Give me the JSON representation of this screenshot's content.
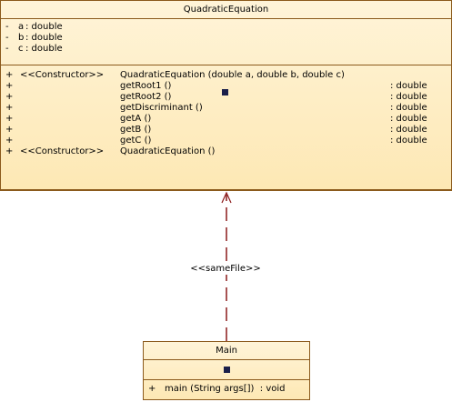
{
  "diagram": {
    "classes": {
      "quadratic_equation": {
        "name": "QuadraticEquation",
        "attributes": [
          {
            "visibility": "-",
            "name": "a",
            "type": ": double"
          },
          {
            "visibility": "-",
            "name": "b",
            "type": ": double"
          },
          {
            "visibility": "-",
            "name": "c",
            "type": ": double"
          }
        ],
        "operations": [
          {
            "visibility": "+",
            "stereotype": "<<Constructor>>",
            "signature": "QuadraticEquation (double a, double b, double c)",
            "return_type": ""
          },
          {
            "visibility": "+",
            "stereotype": "",
            "signature": "getRoot1 ()",
            "return_type": ": double"
          },
          {
            "visibility": "+",
            "stereotype": "",
            "signature": "getRoot2 ()",
            "return_type": ": double"
          },
          {
            "visibility": "+",
            "stereotype": "",
            "signature": "getDiscriminant ()",
            "return_type": ": double"
          },
          {
            "visibility": "+",
            "stereotype": "",
            "signature": "getA ()",
            "return_type": ": double"
          },
          {
            "visibility": "+",
            "stereotype": "",
            "signature": "getB ()",
            "return_type": ": double"
          },
          {
            "visibility": "+",
            "stereotype": "",
            "signature": "getC ()",
            "return_type": ": double"
          },
          {
            "visibility": "+",
            "stereotype": "<<Constructor>>",
            "signature": "QuadraticEquation ()",
            "return_type": ""
          }
        ]
      },
      "main": {
        "name": "Main",
        "operations": [
          {
            "visibility": "+",
            "signature": "main (String args[])",
            "return_type": ": void"
          }
        ]
      }
    },
    "dependency": {
      "label": "<<sameFile>>",
      "from": "Main",
      "to": "QuadraticEquation"
    },
    "colors": {
      "class_border": "#8b5a1c",
      "class_fill_top": "#fff4d8",
      "class_fill_bottom": "#fde8b4",
      "connector": "#8b1a1a",
      "anchor": "#1a1f4a"
    }
  }
}
